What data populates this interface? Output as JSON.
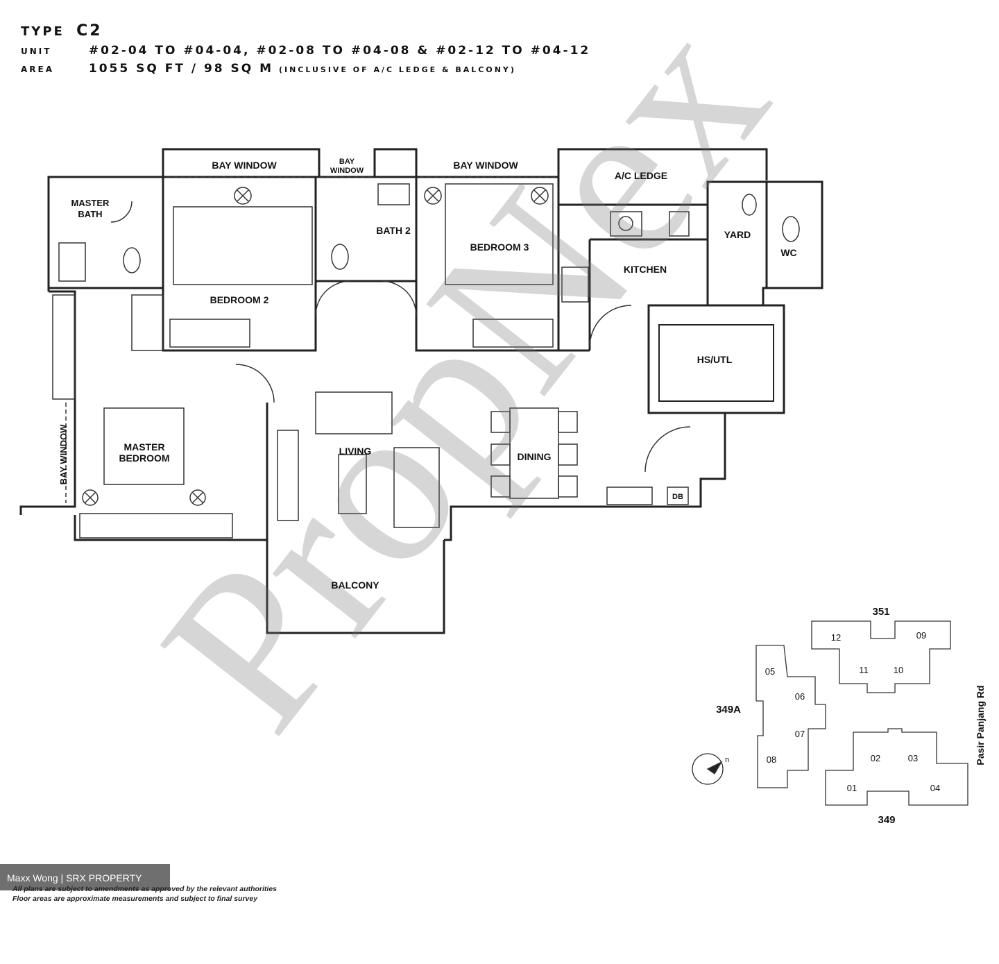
{
  "header": {
    "type_label": "TYPE",
    "type_code": "C2",
    "unit_label": "UNIT",
    "unit_value": "#02-04 TO #04-04, #02-08 TO #04-08 & #02-12 TO #04-12",
    "area_label": "AREA",
    "area_value": "1055 SQ FT / 98 SQ M",
    "area_note": "(INCLUSIVE OF A/C LEDGE & BALCONY)"
  },
  "rooms": {
    "bay_window_1": "BAY WINDOW",
    "bay_window_2": "BAY",
    "bay_window_2b": "WINDOW",
    "bay_window_3": "BAY WINDOW",
    "bay_window_side": "BAY WINDOW",
    "ac_ledge": "A/C LEDGE",
    "master_bath_1": "MASTER",
    "master_bath_2": "BATH",
    "bath2": "BATH 2",
    "bedroom3": "BEDROOM 3",
    "yard": "YARD",
    "wc": "WC",
    "kitchen": "KITCHEN",
    "bedroom2": "BEDROOM 2",
    "hs_utl": "HS/UTL",
    "master_bedroom_1": "MASTER",
    "master_bedroom_2": "BEDROOM",
    "living": "LIVING",
    "dining": "DINING",
    "db": "DB",
    "balcony": "BALCONY"
  },
  "watermark": "PropNex",
  "key_plan": {
    "blocks": [
      "351",
      "349A",
      "349"
    ],
    "units": [
      "12",
      "09",
      "11",
      "10",
      "05",
      "06",
      "07",
      "08",
      "02",
      "03",
      "01",
      "04"
    ],
    "road": "Pasir Panjang Rd",
    "north": "n"
  },
  "credit": "Maxx Wong | SRX PROPERTY",
  "disclaimer": [
    "All plans are subject to amendments as approved by the relevant authorities",
    "Floor areas are approximate measurements and subject to final survey"
  ]
}
